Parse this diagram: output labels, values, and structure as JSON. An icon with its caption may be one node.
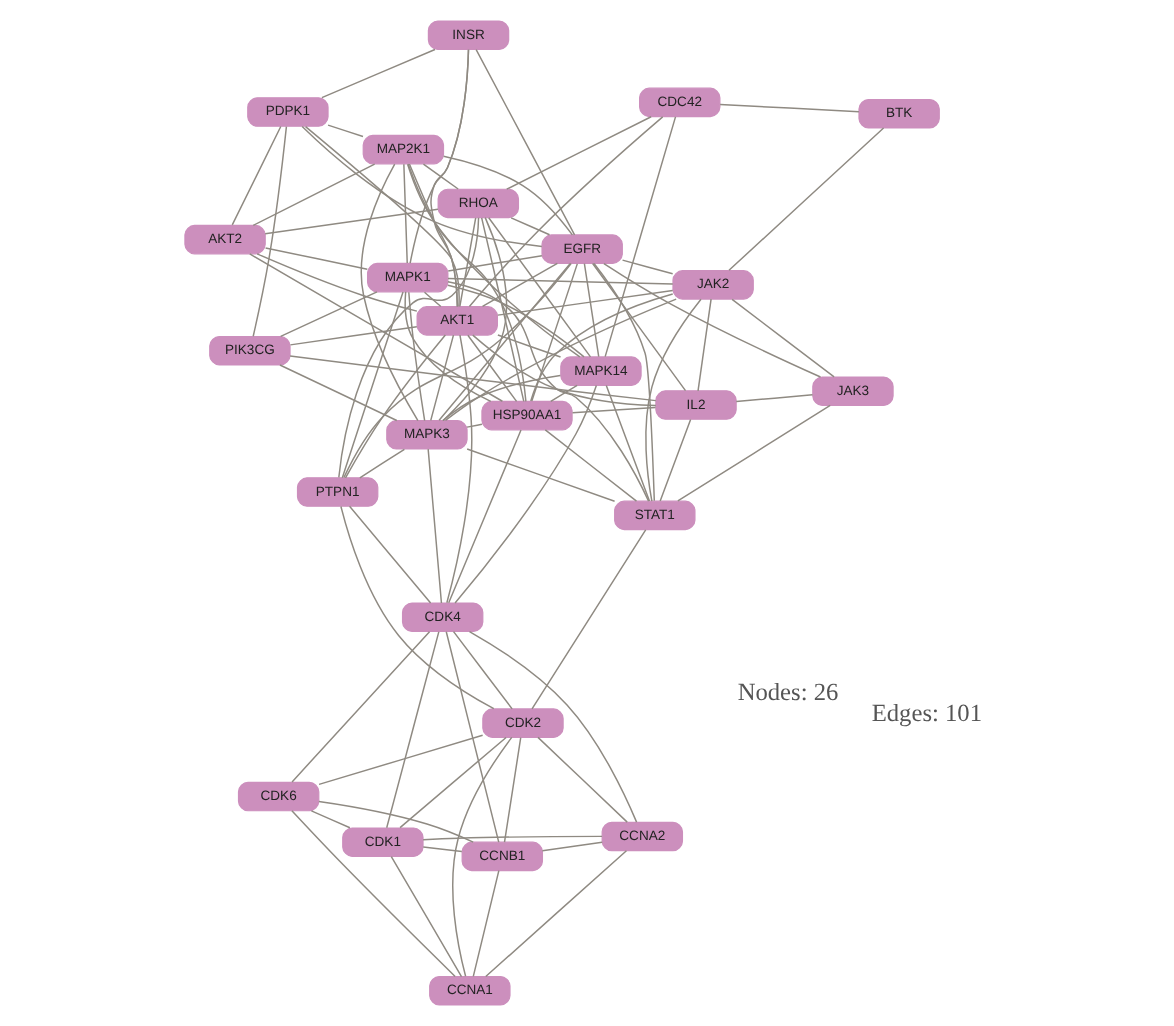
{
  "diagram": {
    "nodes": [
      {
        "text": [
          "CCNA1"
        ]
      },
      {
        "text": [
          "JAK3"
        ]
      },
      {
        "text": [
          "AKT2"
        ]
      },
      {
        "text": [
          "MAP2K1"
        ]
      },
      {
        "text": [
          "MAPK14"
        ]
      },
      {
        "text": [
          "CDK6"
        ]
      },
      {
        "text": [
          "CDK1"
        ]
      },
      {
        "text": [
          "CCNB1"
        ]
      },
      {
        "text": [
          "CDK2"
        ]
      },
      {
        "text": [
          "CDK4"
        ]
      },
      {
        "text": [
          "MAPK1"
        ]
      },
      {
        "text": [
          "PIK3CG"
        ]
      },
      {
        "text": [
          "MAPK3"
        ]
      },
      {
        "text": [
          "CCNA2"
        ]
      },
      {
        "text": [
          "AKT1"
        ]
      },
      {
        "text": [
          "IL2"
        ]
      },
      {
        "text": [
          "RHOA"
        ]
      },
      {
        "text": [
          "INSR"
        ]
      },
      {
        "text": [
          "PDPK1"
        ]
      },
      {
        "text": [
          "EGFR"
        ]
      },
      {
        "text": [
          "PTPN1"
        ]
      },
      {
        "text": [
          "STAT1"
        ]
      },
      {
        "text": [
          "JAK2"
        ]
      },
      {
        "text": [
          "CDC42"
        ]
      },
      {
        "text": [
          "HSP90AA1"
        ]
      },
      {
        "text": [
          "BTK"
        ]
      }
    ],
    "edges": [
      {
        "from": 0,
        "to": 5,
        "arrow": "none"
      },
      {
        "from": 0,
        "to": 6,
        "arrow": "none"
      },
      {
        "from": 0,
        "to": 8,
        "arrow": "none"
      },
      {
        "from": 0,
        "to": 13,
        "arrow": "none"
      },
      {
        "from": 0,
        "to": 7,
        "arrow": "none"
      },
      {
        "from": 7,
        "to": 6,
        "arrow": "none"
      },
      {
        "from": 7,
        "to": 8,
        "arrow": "none"
      },
      {
        "from": 7,
        "to": 5,
        "arrow": "none"
      },
      {
        "from": 7,
        "to": 9,
        "arrow": "none"
      },
      {
        "from": 7,
        "to": 13,
        "arrow": "none"
      },
      {
        "from": 13,
        "to": 8,
        "arrow": "none"
      },
      {
        "from": 13,
        "to": 6,
        "arrow": "none"
      },
      {
        "from": 13,
        "to": 9,
        "arrow": "none"
      },
      {
        "from": 6,
        "to": 5,
        "arrow": "none"
      },
      {
        "from": 6,
        "to": 9,
        "arrow": "none"
      },
      {
        "from": 6,
        "to": 8,
        "arrow": "none"
      },
      {
        "from": 8,
        "to": 5,
        "arrow": "none"
      },
      {
        "from": 8,
        "to": 9,
        "arrow": "none"
      },
      {
        "from": 8,
        "to": 21,
        "arrow": "none"
      },
      {
        "from": 8,
        "to": 20,
        "arrow": "none"
      },
      {
        "from": 5,
        "to": 9,
        "arrow": "none"
      },
      {
        "from": 9,
        "to": 4,
        "arrow": "none"
      },
      {
        "from": 9,
        "to": 14,
        "arrow": "none"
      },
      {
        "from": 9,
        "to": 20,
        "arrow": "none"
      },
      {
        "from": 9,
        "to": 24,
        "arrow": "none"
      },
      {
        "from": 9,
        "to": 12,
        "arrow": "none"
      },
      {
        "from": 25,
        "to": 22,
        "arrow": "none"
      },
      {
        "from": 25,
        "to": 23,
        "arrow": "none"
      },
      {
        "from": 17,
        "to": 10,
        "arrow": "none"
      },
      {
        "from": 17,
        "to": 14,
        "arrow": "none"
      },
      {
        "from": 17,
        "to": 18,
        "arrow": "none"
      },
      {
        "from": 17,
        "to": 19,
        "arrow": "none"
      },
      {
        "from": 11,
        "to": 10,
        "arrow": "none"
      },
      {
        "from": 11,
        "to": 12,
        "arrow": "none"
      },
      {
        "from": 11,
        "to": 18,
        "arrow": "none"
      },
      {
        "from": 11,
        "to": 15,
        "arrow": "none"
      },
      {
        "from": 11,
        "to": 14,
        "arrow": "none"
      },
      {
        "from": 1,
        "to": 22,
        "arrow": "none"
      },
      {
        "from": 1,
        "to": 21,
        "arrow": "none"
      },
      {
        "from": 1,
        "to": 15,
        "arrow": "none"
      },
      {
        "from": 1,
        "to": 19,
        "arrow": "none"
      },
      {
        "from": 22,
        "to": 21,
        "arrow": "none"
      },
      {
        "from": 2,
        "to": 14,
        "arrow": "none"
      },
      {
        "from": 2,
        "to": 18,
        "arrow": "none"
      },
      {
        "from": 2,
        "to": 10,
        "arrow": "none"
      },
      {
        "from": 2,
        "to": 3,
        "arrow": "none"
      },
      {
        "from": 2,
        "to": 24,
        "arrow": "none"
      },
      {
        "from": 21,
        "to": 24,
        "arrow": "none"
      },
      {
        "from": 2,
        "to": 16,
        "arrow": "none"
      },
      {
        "from": 3,
        "to": 10,
        "arrow": "none"
      },
      {
        "from": 3,
        "to": 12,
        "arrow": "none"
      },
      {
        "from": 3,
        "to": 4,
        "arrow": "none"
      },
      {
        "from": 3,
        "to": 14,
        "arrow": "none"
      },
      {
        "from": 3,
        "to": 19,
        "arrow": "none"
      },
      {
        "from": 3,
        "to": 16,
        "arrow": "none"
      },
      {
        "from": 3,
        "to": 24,
        "arrow": "none"
      },
      {
        "from": 3,
        "to": 18,
        "arrow": "none"
      },
      {
        "from": 4,
        "to": 10,
        "arrow": "none"
      },
      {
        "from": 4,
        "to": 12,
        "arrow": "none"
      },
      {
        "from": 4,
        "to": 14,
        "arrow": "none"
      },
      {
        "from": 4,
        "to": 21,
        "arrow": "none"
      },
      {
        "from": 4,
        "to": 24,
        "arrow": "none"
      },
      {
        "from": 4,
        "to": 19,
        "arrow": "none"
      },
      {
        "from": 4,
        "to": 16,
        "arrow": "none"
      },
      {
        "from": 4,
        "to": 23,
        "arrow": "none"
      },
      {
        "from": 10,
        "to": 12,
        "arrow": "none"
      },
      {
        "from": 10,
        "to": 14,
        "arrow": "none"
      },
      {
        "from": 10,
        "to": 19,
        "arrow": "none"
      },
      {
        "from": 10,
        "to": 21,
        "arrow": "none"
      },
      {
        "from": 10,
        "to": 20,
        "arrow": "none"
      },
      {
        "from": 10,
        "to": 22,
        "arrow": "none"
      },
      {
        "from": 10,
        "to": 24,
        "arrow": "none"
      },
      {
        "from": 12,
        "to": 14,
        "arrow": "none"
      },
      {
        "from": 12,
        "to": 19,
        "arrow": "none"
      },
      {
        "from": 12,
        "to": 21,
        "arrow": "none"
      },
      {
        "from": 12,
        "to": 20,
        "arrow": "none"
      },
      {
        "from": 12,
        "to": 22,
        "arrow": "none"
      },
      {
        "from": 12,
        "to": 24,
        "arrow": "none"
      },
      {
        "from": 12,
        "to": 16,
        "arrow": "none"
      },
      {
        "from": 14,
        "to": 15,
        "arrow": "none"
      },
      {
        "from": 14,
        "to": 16,
        "arrow": "none"
      },
      {
        "from": 14,
        "to": 18,
        "arrow": "none"
      },
      {
        "from": 14,
        "to": 19,
        "arrow": "none"
      },
      {
        "from": 14,
        "to": 20,
        "arrow": "none"
      },
      {
        "from": 14,
        "to": 24,
        "arrow": "none"
      },
      {
        "from": 22,
        "to": 24,
        "arrow": "none"
      },
      {
        "from": 14,
        "to": 22,
        "arrow": "none"
      },
      {
        "from": 14,
        "to": 23,
        "arrow": "none"
      },
      {
        "from": 15,
        "to": 21,
        "arrow": "none"
      },
      {
        "from": 15,
        "to": 22,
        "arrow": "none"
      },
      {
        "from": 15,
        "to": 24,
        "arrow": "none"
      },
      {
        "from": 15,
        "to": 19,
        "arrow": "none"
      },
      {
        "from": 16,
        "to": 23,
        "arrow": "none"
      },
      {
        "from": 16,
        "to": 19,
        "arrow": "none"
      },
      {
        "from": 16,
        "to": 24,
        "arrow": "none"
      },
      {
        "from": 16,
        "to": 20,
        "arrow": "none"
      },
      {
        "from": 19,
        "to": 20,
        "arrow": "none"
      },
      {
        "from": 19,
        "to": 22,
        "arrow": "none"
      },
      {
        "from": 19,
        "to": 21,
        "arrow": "none"
      },
      {
        "from": 19,
        "to": 24,
        "arrow": "none"
      },
      {
        "from": 19,
        "to": 18,
        "arrow": "none"
      }
    ],
    "labels": [
      "Nodes: 26",
      "Edges: 101"
    ]
  }
}
